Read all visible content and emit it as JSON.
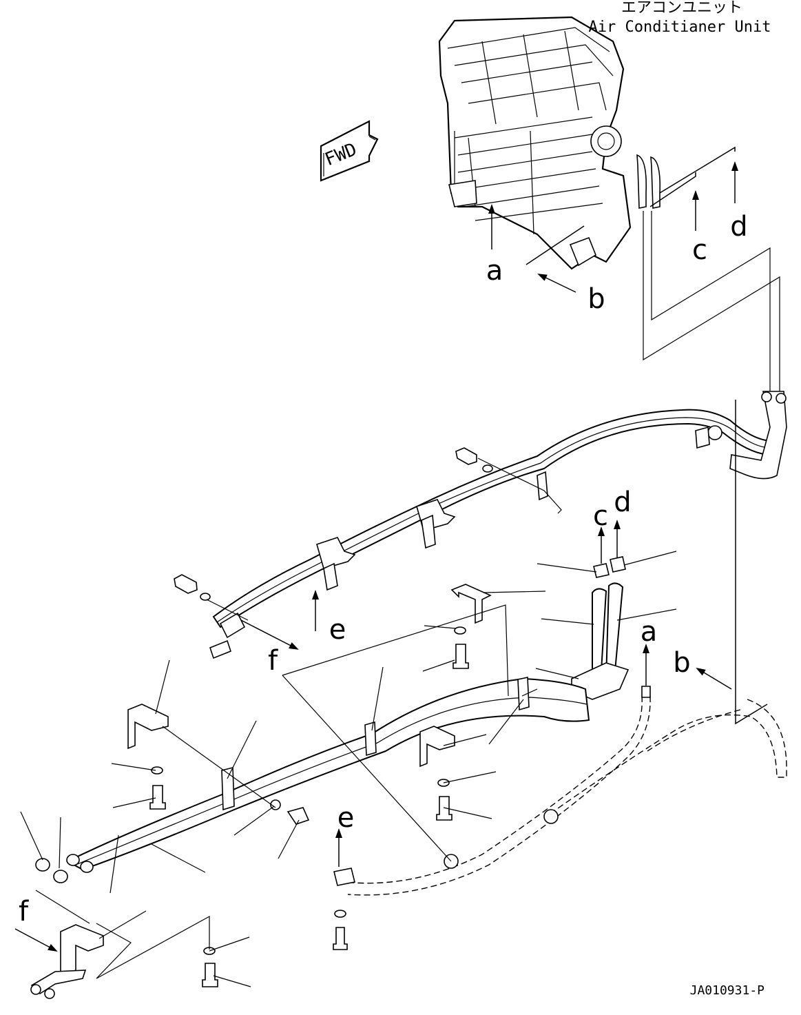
{
  "title": {
    "japanese": "エアコンユニット",
    "english": "Air Conditianer Unit"
  },
  "fwd_label": "FWD",
  "callouts": {
    "a": "a",
    "b": "b",
    "c": "c",
    "d": "d",
    "e": "e",
    "f": "f"
  },
  "drawing_number": "JA010931-P"
}
